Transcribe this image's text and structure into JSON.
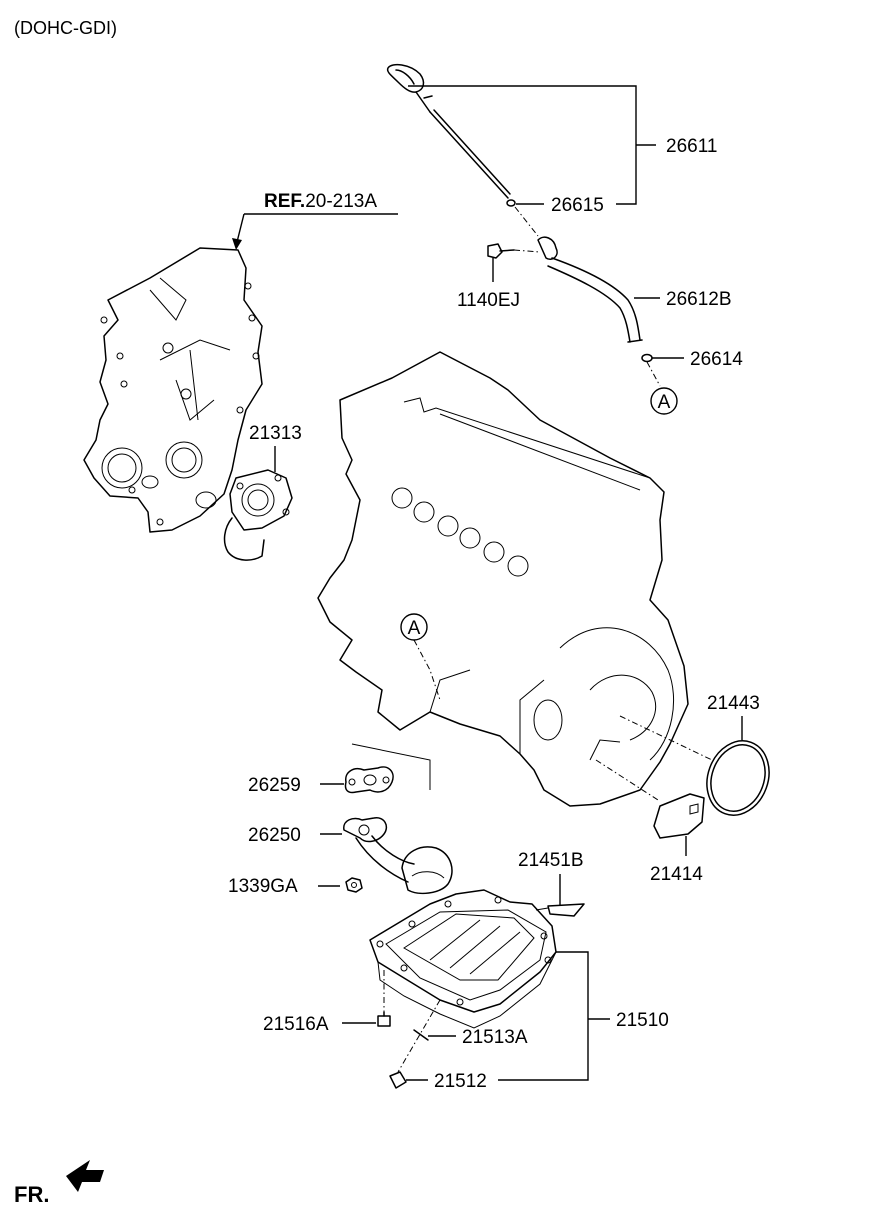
{
  "header": {
    "engine_variant": "(DOHC-GDI)"
  },
  "reference": {
    "prefix": "REF.",
    "number": "20-213A"
  },
  "callouts": {
    "a_top": "A",
    "a_mid": "A"
  },
  "parts": {
    "p26611": "26611",
    "p26615": "26615",
    "p1140EJ": "1140EJ",
    "p26612B": "26612B",
    "p26614": "26614",
    "p21313": "21313",
    "p21443": "21443",
    "p26259": "26259",
    "p26250": "26250",
    "p21451B": "21451B",
    "p21414": "21414",
    "p1339GA": "1339GA",
    "p21510": "21510",
    "p21516A": "21516A",
    "p21513A": "21513A",
    "p21512": "21512"
  },
  "footer": {
    "front_label": "FR."
  }
}
